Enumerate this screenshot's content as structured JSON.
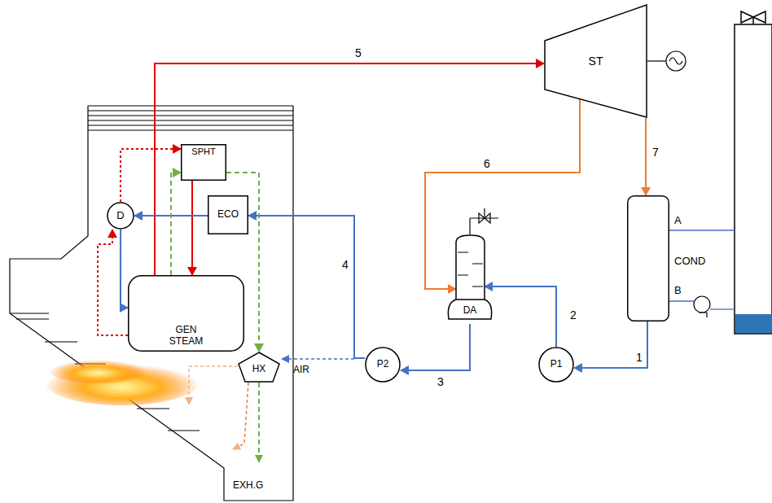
{
  "diagram": {
    "nodes": [
      {
        "text": [
          "ST"
        ]
      },
      {
        "text": [
          "SPHT"
        ]
      },
      {
        "text": [
          "ECO"
        ]
      },
      {
        "text": [
          "D"
        ]
      },
      {
        "text": [
          "GEN STEAM"
        ]
      },
      {
        "text": [
          "HX"
        ]
      },
      {
        "text": [
          "DA"
        ]
      },
      {
        "text": [
          "COND"
        ]
      },
      {
        "text": [
          "P1"
        ]
      },
      {
        "text": [
          "P2"
        ]
      }
    ],
    "edges": [
      {
        "from": 4,
        "to": 0,
        "arrow": "to",
        "label": "5"
      },
      {
        "from": 1,
        "to": 4,
        "arrow": "to"
      },
      {
        "from": 0,
        "to": 6,
        "arrow": "to",
        "label": "6"
      },
      {
        "from": 0,
        "to": 7,
        "arrow": "to",
        "label": "7"
      },
      {
        "from": 7,
        "to": 8,
        "arrow": "to",
        "label": "1"
      },
      {
        "from": 8,
        "to": 6,
        "arrow": "to",
        "label": "2"
      },
      {
        "from": 6,
        "to": 9,
        "arrow": "to",
        "label": "3"
      },
      {
        "from": 9,
        "to": 2,
        "arrow": "to",
        "label": "4"
      },
      {
        "from": 2,
        "to": 3,
        "arrow": "to"
      },
      {
        "from": 3,
        "to": 4,
        "arrow": "to"
      },
      {
        "from": 4,
        "to": 3,
        "arrow": "to"
      },
      {
        "from": 3,
        "to": 1,
        "arrow": "to"
      },
      {
        "from": 4,
        "to": 1,
        "arrow": "to"
      },
      {
        "from": 1,
        "to": 5,
        "arrow": "to"
      }
    ],
    "labels": [
      "AIR",
      "EXH.G",
      "A",
      "B"
    ]
  }
}
